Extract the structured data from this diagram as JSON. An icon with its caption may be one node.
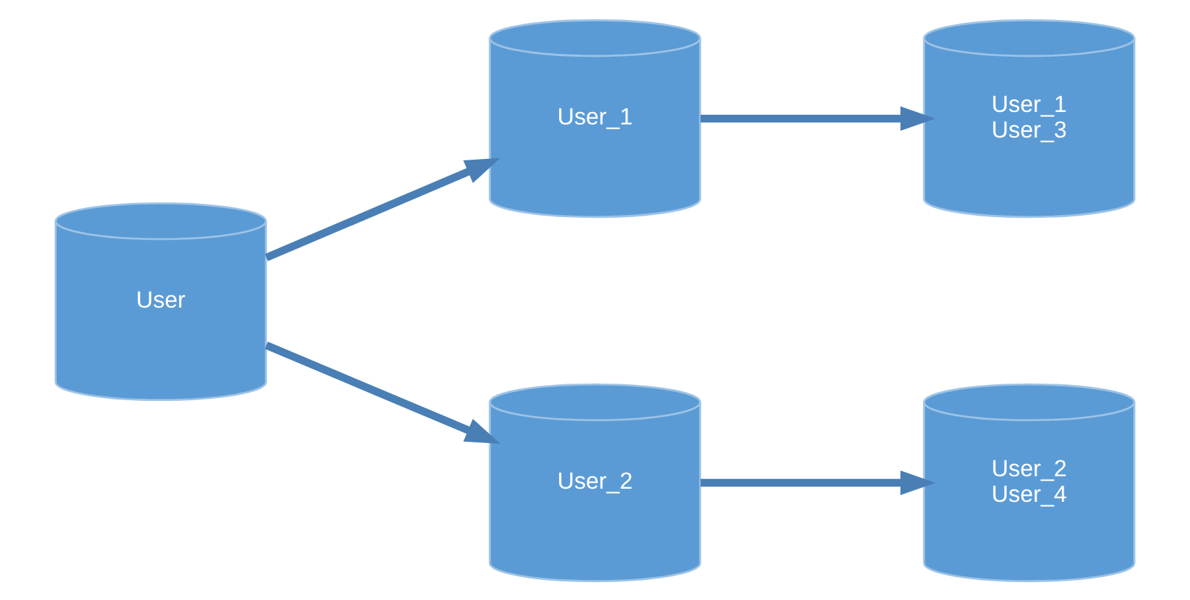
{
  "diagram": {
    "nodes": [
      {
        "text": [
          "User"
        ]
      },
      {
        "text": [
          "User_1"
        ]
      },
      {
        "text": [
          "User_2"
        ]
      },
      {
        "text": [
          "User_1",
          "User_3"
        ]
      },
      {
        "text": [
          "User_2",
          "User_4"
        ]
      }
    ],
    "edges": [
      {
        "from": 0,
        "to": 1,
        "arrow": "to"
      },
      {
        "from": 0,
        "to": 2,
        "arrow": "to"
      },
      {
        "from": 1,
        "to": 3,
        "arrow": "to"
      },
      {
        "from": 2,
        "to": 4,
        "arrow": "to"
      }
    ]
  }
}
